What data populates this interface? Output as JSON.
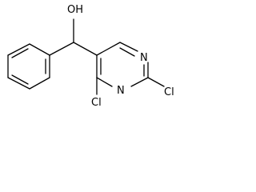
{
  "molecule": {
    "atoms": {
      "hydroxyl": "OH",
      "nitrogen_top": "N",
      "nitrogen_bottom": "N",
      "chlorine_left": "Cl",
      "chlorine_right": "Cl"
    }
  },
  "colors": {
    "bond": "#000000",
    "label": "#000000",
    "background": "#ffffff"
  }
}
